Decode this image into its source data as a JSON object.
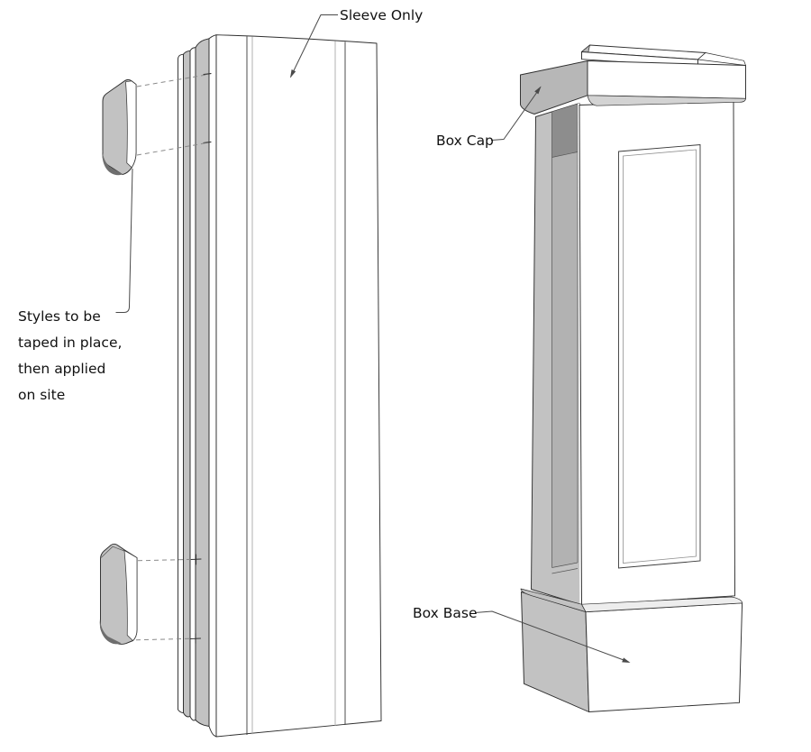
{
  "figure": {
    "type": "technical-illustration",
    "colors": {
      "background": "#ffffff",
      "outline": "#2f2f2f",
      "face_white": "#ffffff",
      "face_gray": "#c2c2c2",
      "cap_gray": "#b7b7b7",
      "shadow_gray": "#8d8d8d",
      "panel_gray": "#b2b2b2",
      "lip_gray": "#d3d3d3",
      "bevel_light": "#ededed",
      "trim_dark": "#6e6e6e",
      "leader": "#4a4a4a",
      "dash": "#8a8a8a",
      "text": "#111111"
    }
  },
  "annotations": {
    "sleeve_label": "Sleeve Only",
    "box_cap_label": "Box Cap",
    "box_base_label": "Box Base",
    "styles_note": {
      "lines": [
        "Styles to be",
        "taped in place,",
        "then applied",
        "on site"
      ]
    }
  }
}
